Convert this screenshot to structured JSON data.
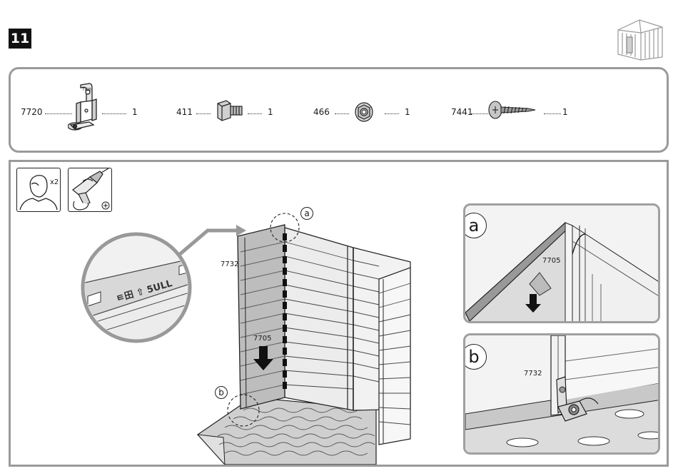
{
  "step": {
    "number": "11"
  },
  "parts": [
    {
      "code": "7720",
      "qty": "1",
      "icon": "bracket-icon"
    },
    {
      "code": "411",
      "qty": "1",
      "icon": "square-bolt-icon"
    },
    {
      "code": "466",
      "qty": "1",
      "icon": "flange-nut-icon"
    },
    {
      "code": "7441",
      "qty": "1",
      "icon": "screw-icon"
    }
  ],
  "tools": {
    "persons": "x2"
  },
  "assembly": {
    "panel_label": "7732",
    "rail_label": "7705",
    "callout_a": "a",
    "callout_b": "b",
    "magnifier_text": "ㅌ田 ⇧ 5ULL"
  },
  "detail_a": {
    "callout": "a",
    "label": "7705"
  },
  "detail_b": {
    "callout": "b",
    "label": "7732"
  }
}
